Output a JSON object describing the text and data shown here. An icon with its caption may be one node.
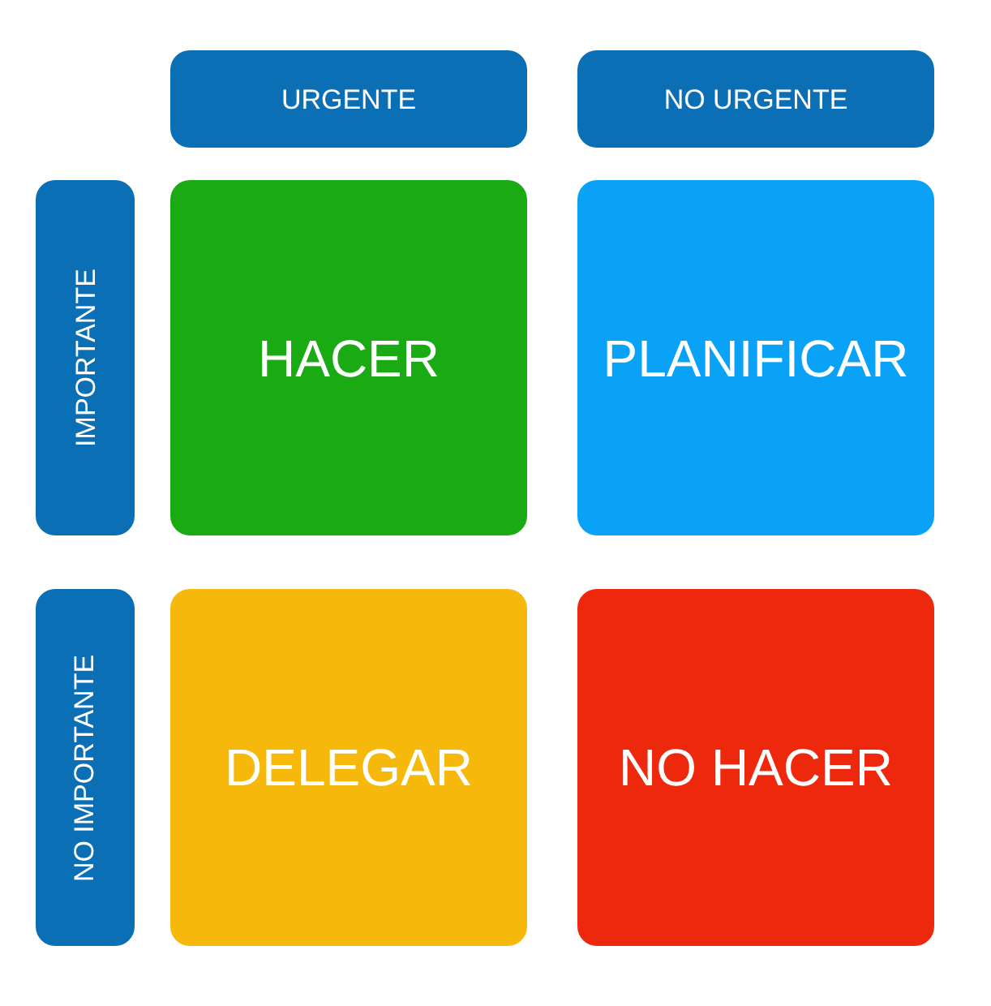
{
  "diagram": {
    "nodes": [
      {
        "text": [
          "URGENTE"
        ]
      },
      {
        "text": [
          "NO URGENTE"
        ]
      },
      {
        "text": [
          "IMPORTANTE"
        ]
      },
      {
        "text": [
          "NO IMPORTANTE"
        ]
      },
      {
        "text": [
          "HACER"
        ]
      },
      {
        "text": [
          "PLANIFICAR"
        ]
      },
      {
        "text": [
          "DELEGAR"
        ]
      },
      {
        "text": [
          "NO HACER"
        ]
      }
    ]
  }
}
